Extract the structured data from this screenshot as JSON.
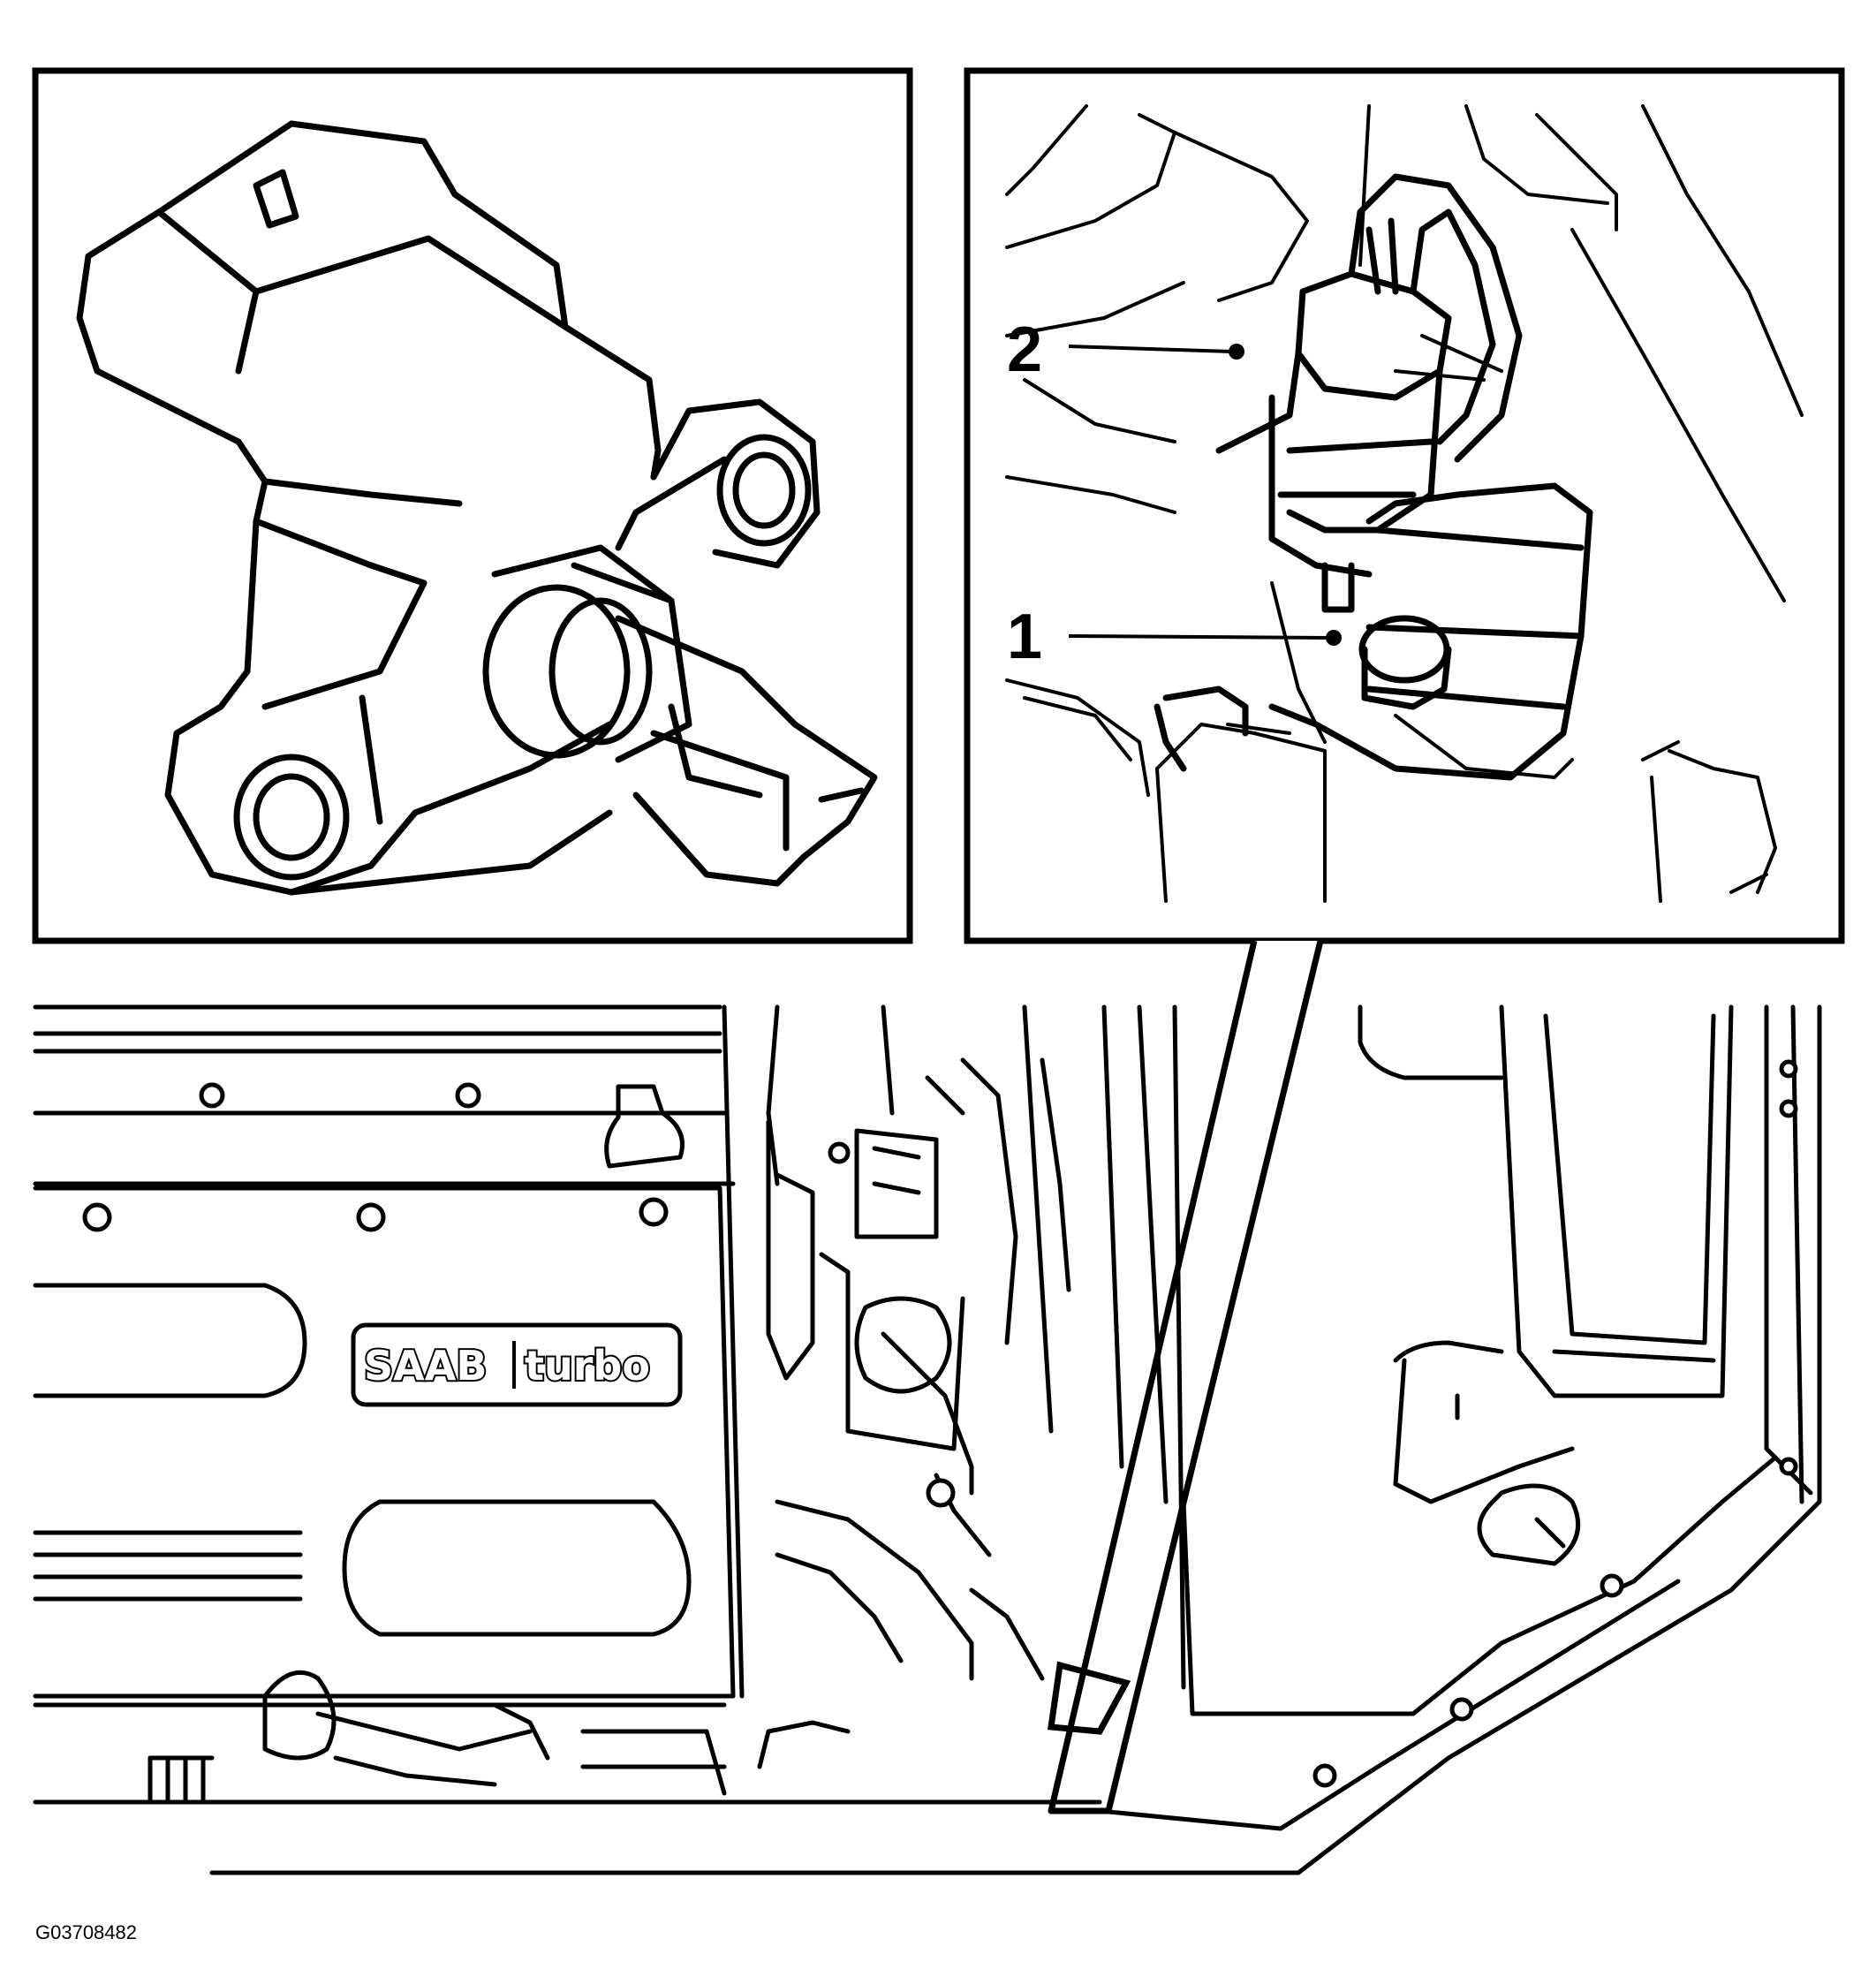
{
  "figure": {
    "code": "G03708482",
    "logo": {
      "brand": "SAAB",
      "model": "turbo"
    },
    "callouts": [
      {
        "number": "1"
      },
      {
        "number": "2"
      }
    ]
  }
}
